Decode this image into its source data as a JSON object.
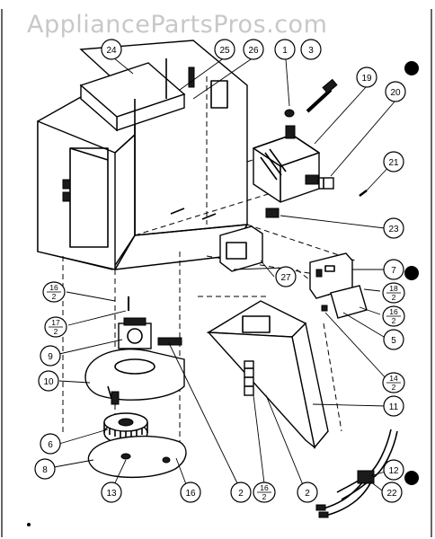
{
  "watermark": "AppliancePartsPros.com",
  "callouts": {
    "c1": "1",
    "c3": "3",
    "c19": "19",
    "c20": "20",
    "c21": "21",
    "c23": "23",
    "c24": "24",
    "c25": "25",
    "c26": "26",
    "c27": "27",
    "c7": "7",
    "c5": "5",
    "c11": "11",
    "c12": "12",
    "c22": "22",
    "c9": "9",
    "c10": "10",
    "c6": "6",
    "c8": "8",
    "c13": "13",
    "c16": "16",
    "c2a": "2",
    "c2b": "2"
  },
  "fractions": {
    "f16a": {
      "top": "16",
      "bottom": "2"
    },
    "f17": {
      "top": "17",
      "bottom": "2"
    },
    "f18": {
      "top": "18",
      "bottom": "2"
    },
    "f16b": {
      "top": "16",
      "bottom": "2"
    },
    "f14": {
      "top": "14",
      "bottom": "2"
    },
    "f16c": {
      "top": "16",
      "bottom": "2"
    }
  }
}
